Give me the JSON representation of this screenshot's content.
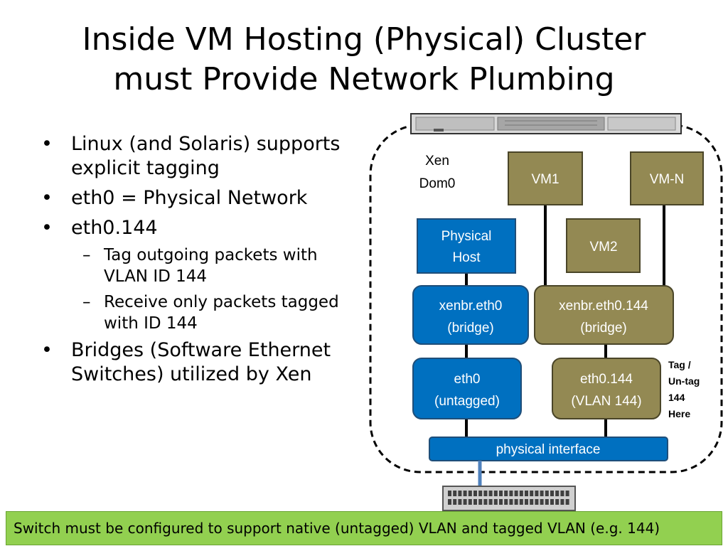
{
  "title": {
    "line1": "Inside VM Hosting (Physical) Cluster",
    "line2": "must Provide Network Plumbing"
  },
  "bullets": {
    "b1": "Linux (and Solaris) supports explicit tagging",
    "b2": "eth0 = Physical Network",
    "b3": "eth0.144",
    "b3a": "Tag outgoing packets with VLAN ID 144",
    "b3b": "Receive only packets tagged with ID 144",
    "b4": "Bridges (Software Ethernet Switches) utilized by Xen"
  },
  "diagram": {
    "xen_dom0": [
      "Xen",
      "Dom0"
    ],
    "vm1": "VM1",
    "vmn": "VM-N",
    "vm2": "VM2",
    "physical_host": [
      "Physical",
      "Host"
    ],
    "xenbr_eth0": [
      "xenbr.eth0",
      "(bridge)"
    ],
    "xenbr_eth0_144": [
      "xenbr.eth0.144",
      "(bridge)"
    ],
    "eth0": [
      "eth0",
      "(untagged)"
    ],
    "eth0_144": [
      "eth0.144",
      "(VLAN 144)"
    ],
    "tag_note": [
      "Tag /",
      "Un-tag",
      "144",
      "Here"
    ],
    "physical_interface": "physical interface",
    "colors": {
      "blue_fill": "#0070c0",
      "blue_stroke": "#1f4e79",
      "olive_fill": "#938953",
      "olive_stroke": "#4a4528",
      "link_blue": "#4f81bd"
    }
  },
  "caption": "Switch must be configured to support native (untagged) VLAN and tagged VLAN  (e.g. 144)"
}
